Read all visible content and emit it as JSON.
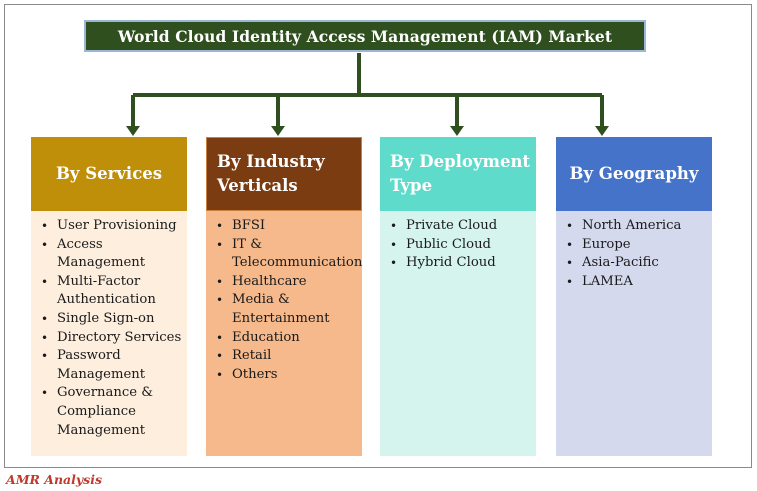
{
  "title": "World Cloud Identity Access Management (IAM) Market",
  "columns": [
    {
      "header": "By Services",
      "items": [
        "User Provisioning",
        "Access Management",
        "Multi-Factor Authentication",
        "Single Sign-on",
        "Directory Services",
        "Password Management",
        "Governance & Compliance Management"
      ]
    },
    {
      "header": "By Industry Verticals",
      "items": [
        "BFSI",
        "IT & Telecommunication",
        "Healthcare",
        "Media & Entertainment",
        "Education",
        "Retail",
        "Others"
      ]
    },
    {
      "header": "By Deployment Type",
      "items": [
        "Private Cloud",
        "Public Cloud",
        "Hybrid Cloud"
      ]
    },
    {
      "header": "By Geography",
      "items": [
        "North America",
        "Europe",
        "Asia-Pacific",
        "LAMEA"
      ]
    }
  ],
  "source": "AMR Analysis",
  "colors": {
    "title_bg": "#2f4f1f",
    "connector": "#2f4f1f",
    "services_header": "#bf8f0a",
    "services_body": "#fdeede",
    "industry_header": "#7b3c12",
    "industry_body": "#f6b98b",
    "deployment_header": "#5fdbcc",
    "deployment_body": "#d6f4ee",
    "geography_header": "#4573c9",
    "geography_body": "#d5d9ee",
    "source_text": "#c0392b"
  }
}
